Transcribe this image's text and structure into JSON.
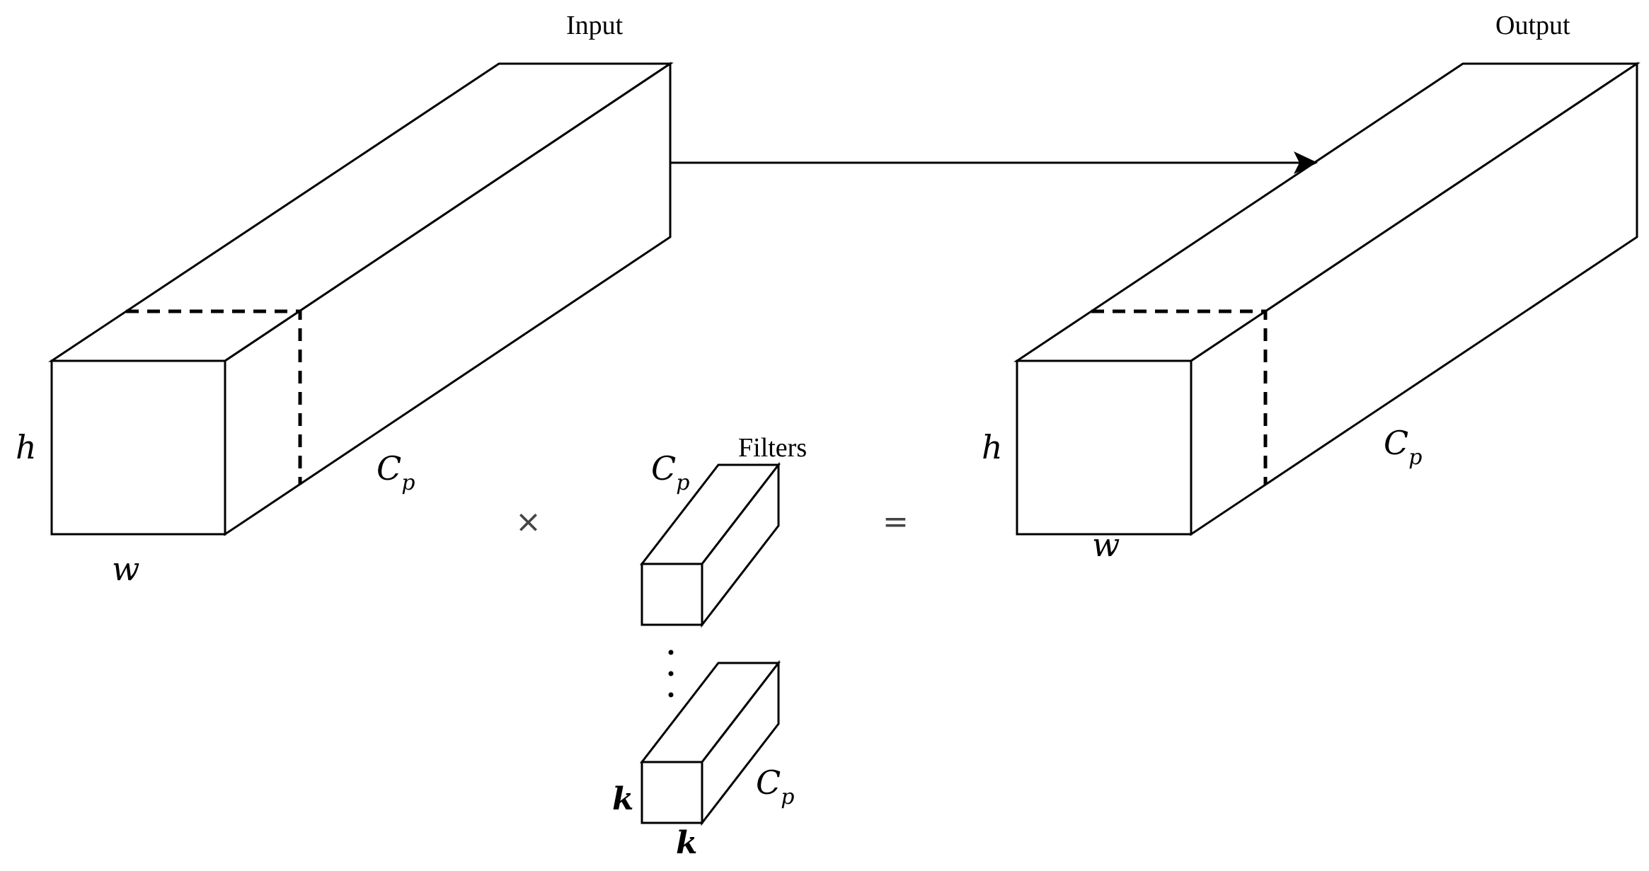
{
  "labels": {
    "input": "Input",
    "output": "Output",
    "filters": "Filters"
  },
  "input_block": {
    "height_symbol": "h",
    "width_symbol": "w",
    "channel_symbol": "C",
    "channel_subscript": "p"
  },
  "output_block": {
    "height_symbol": "h",
    "width_symbol": "w",
    "channel_symbol": "C",
    "channel_subscript": "p"
  },
  "filter_top": {
    "channel_symbol": "C",
    "channel_subscript": "p"
  },
  "filter_bottom": {
    "height_symbol": "k",
    "width_symbol": "k",
    "channel_symbol": "C",
    "channel_subscript": "p"
  },
  "operators": {
    "multiply": "×",
    "equals": "="
  }
}
